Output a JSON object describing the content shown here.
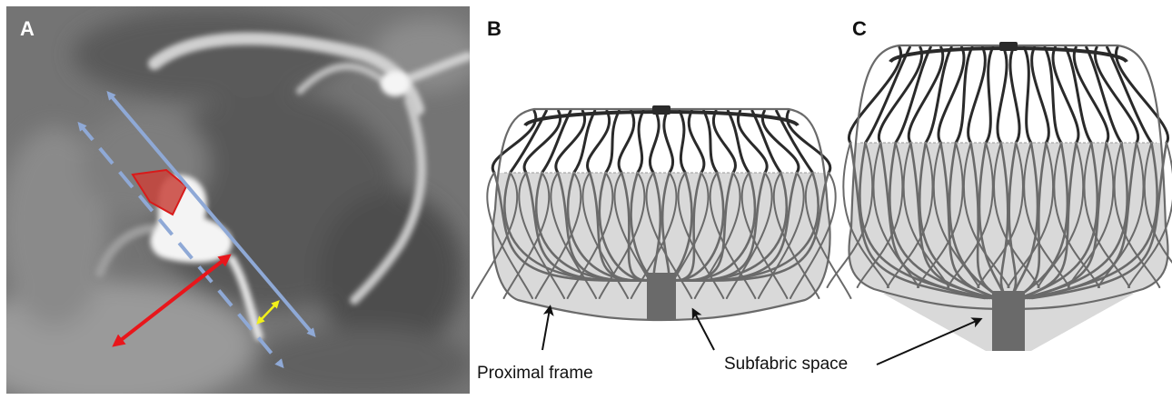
{
  "figure": {
    "panels": [
      {
        "letter": "A"
      },
      {
        "letter": "B"
      },
      {
        "letter": "C"
      }
    ],
    "annotations": {
      "proximal_frame": "Proximal frame",
      "subfabric_space": "Subfabric space"
    },
    "colors": {
      "ct_background": "#6f6f6f",
      "measure_line": "#8fa9d6",
      "red_arrow": "#e8161b",
      "yellow_arrow": "#f2f01a",
      "aneurysm_fill": "#c8423a",
      "frame_wire": "#2a2a2a",
      "frame_wire_covered": "#6a6a6a",
      "fabric_fill": "#d9d9d9"
    }
  }
}
